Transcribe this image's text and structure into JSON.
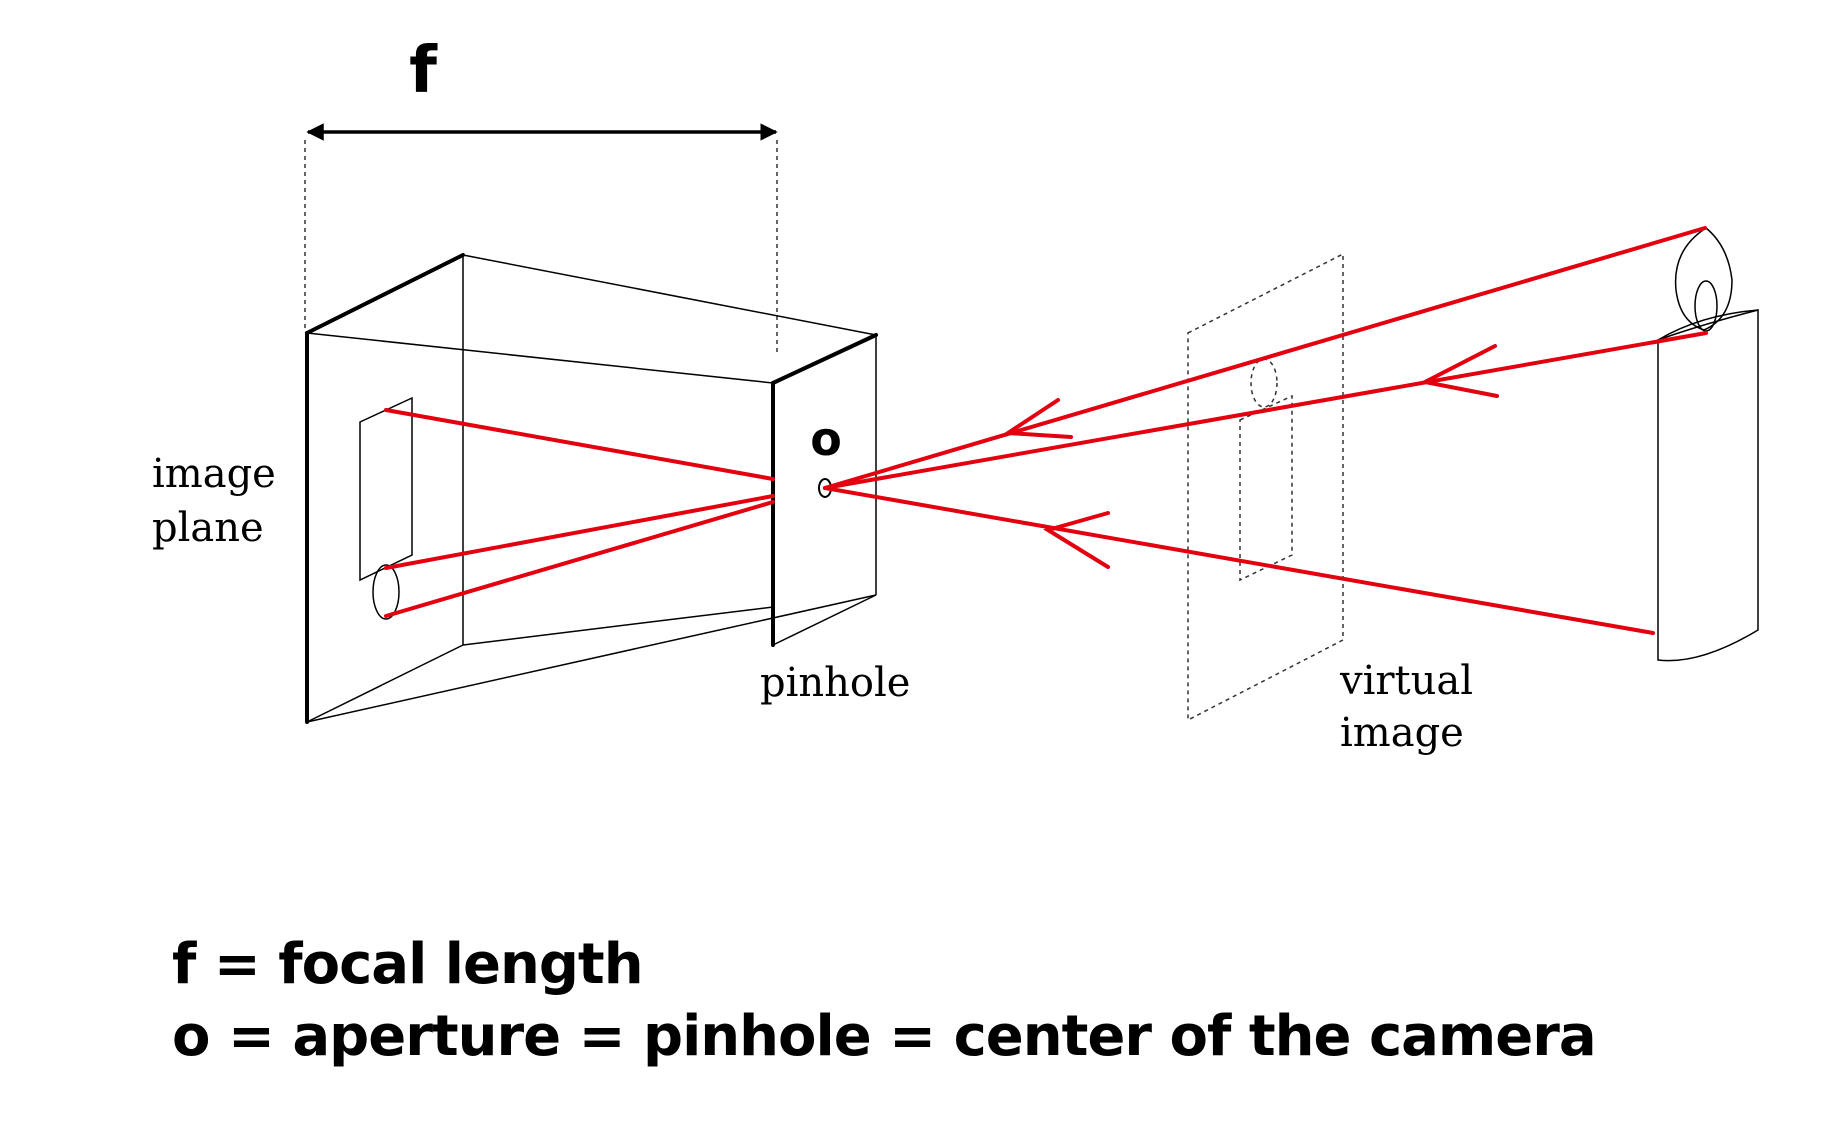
{
  "labels": {
    "focal_symbol": "f",
    "aperture_symbol": "o",
    "image_plane_line1": "image",
    "image_plane_line2": "plane",
    "pinhole": "pinhole",
    "virtual_image_line1": "virtual",
    "virtual_image_line2": "image"
  },
  "legend": {
    "line1": "f = focal length",
    "line2": "o = aperture = pinhole = center of the camera"
  },
  "colors": {
    "ray": "#e3000f",
    "line": "#000000",
    "background": "#ffffff"
  }
}
